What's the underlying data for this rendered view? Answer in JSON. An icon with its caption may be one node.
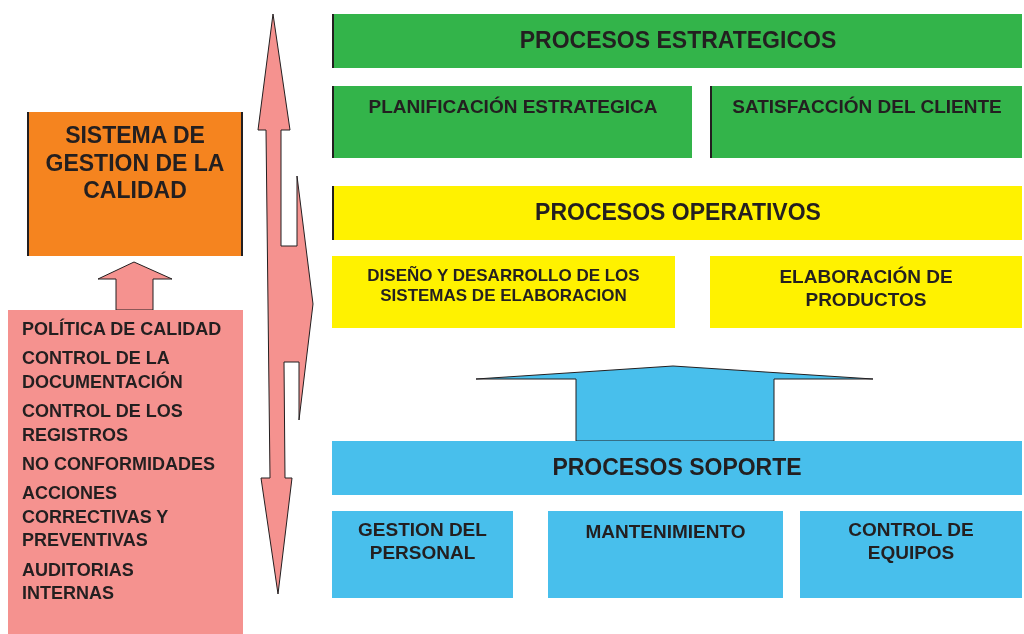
{
  "diagram": {
    "nodes": [
      {
        "text": [
          "PROCESOS ESTRATEGICOS"
        ]
      },
      {
        "text": [
          "PLANIFICACIÓN ESTRATEGICA"
        ]
      },
      {
        "text": [
          "SATISFACCIÓN DEL CLIENTE"
        ]
      },
      {
        "text": [
          "PROCESOS OPERATIVOS"
        ]
      },
      {
        "text": [
          "DISEÑO Y DESARROLLO DE LOS SISTEMAS DE ELABORACION"
        ]
      },
      {
        "text": [
          "ELABORACIÓN DE PRODUCTOS"
        ]
      },
      {
        "text": [
          "PROCESOS SOPORTE"
        ]
      },
      {
        "text": [
          "GESTION DEL PERSONAL"
        ]
      },
      {
        "text": [
          "MANTENIMIENTO"
        ]
      },
      {
        "text": [
          "CONTROL DE EQUIPOS"
        ]
      },
      {
        "text": [
          "SISTEMA DE GESTION DE LA CALIDAD"
        ]
      },
      {
        "text": [
          "POLÍTICA DE CALIDAD",
          "CONTROL DE LA DOCUMENTACIÓN",
          "CONTROL DE LOS REGISTROS",
          "NO CONFORMIDADES",
          "ACCIONES CORRECTIVAS Y PREVENTIVAS",
          "AUDITORIAS INTERNAS"
        ]
      }
    ],
    "edges": [
      {
        "from": 11,
        "to": 10,
        "arrow": "to",
        "color": "#f5928f"
      },
      {
        "from": 6,
        "to": null,
        "arrow": "to",
        "color": "#48bfec"
      }
    ]
  }
}
